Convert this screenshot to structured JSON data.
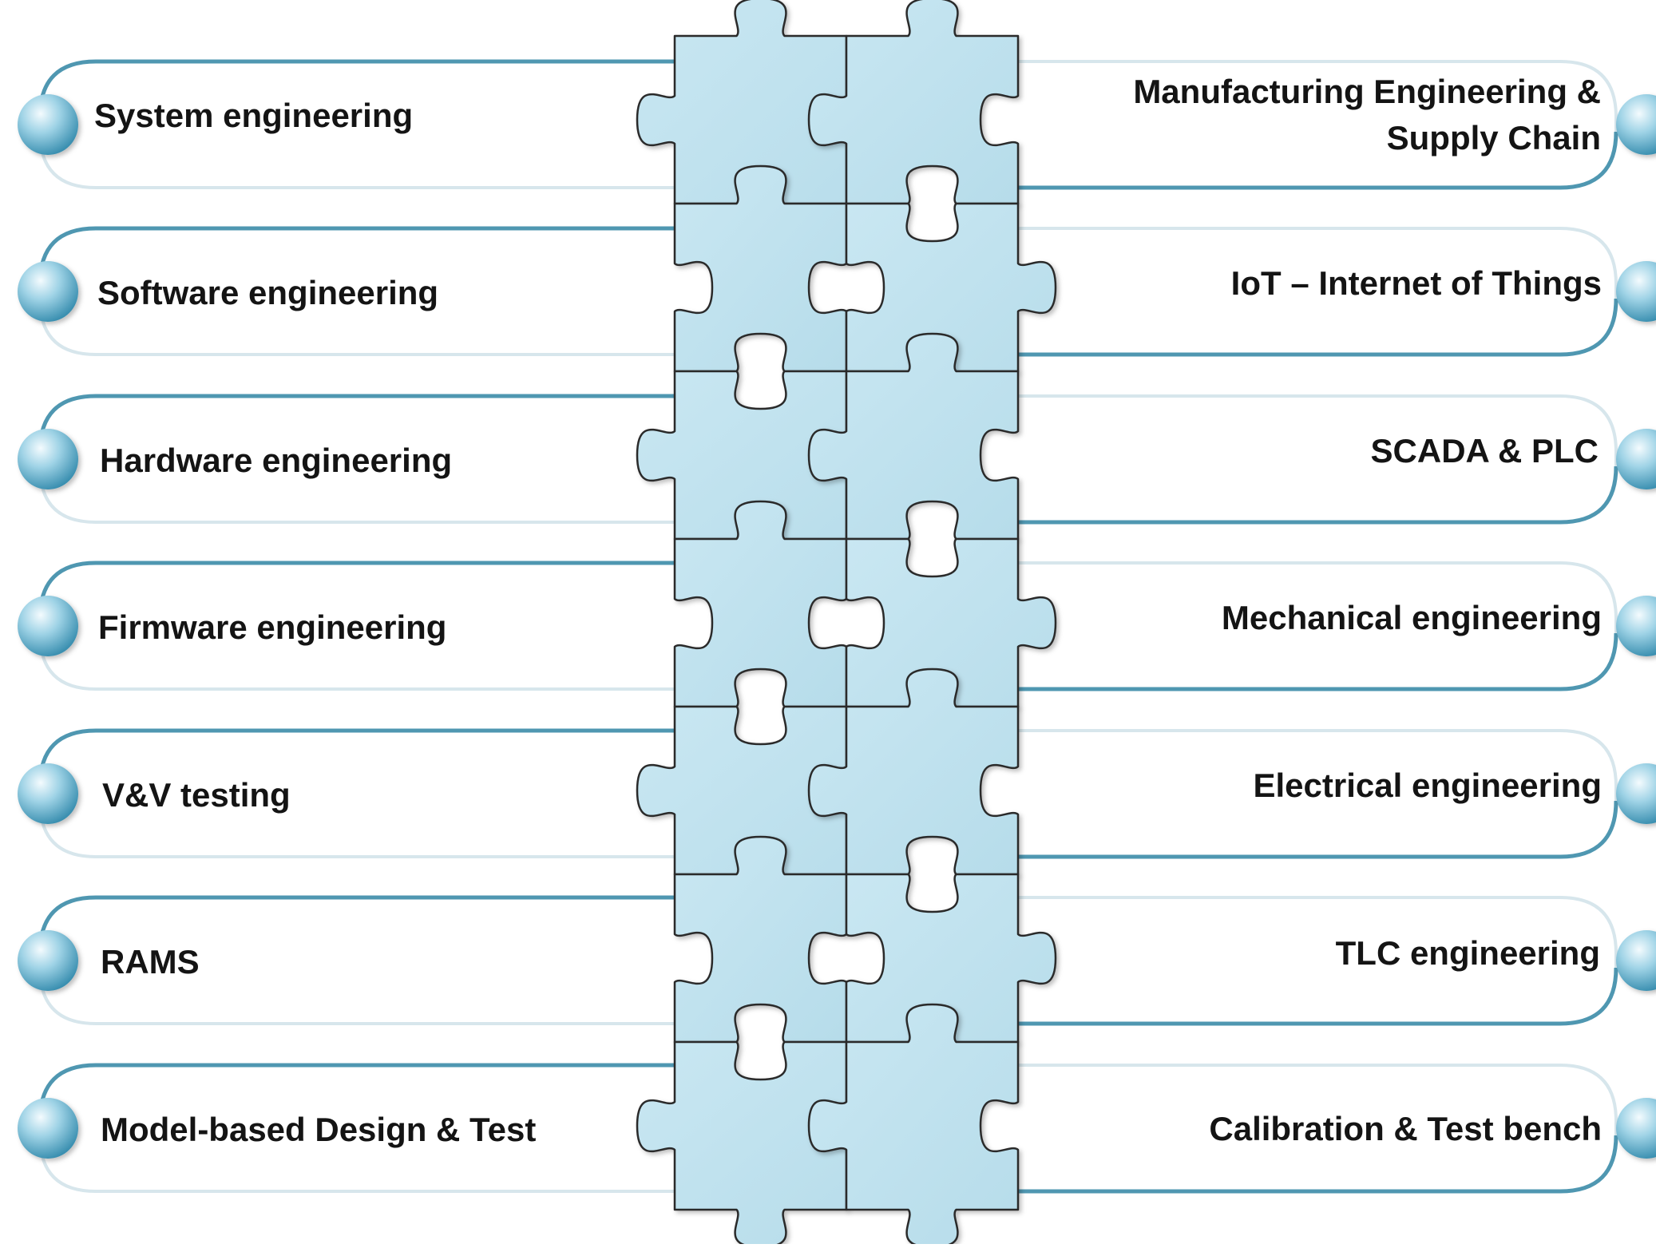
{
  "colors": {
    "band_stroke": "#4f97b1",
    "band_stroke_light": "#d7e6ec",
    "puzzle_fill": "#bfe2ee",
    "puzzle_stroke": "#2a2a2a",
    "bullet_light": "#eef9fd",
    "bullet_mid": "#8ecbe0",
    "bullet_dark": "#3d94b4",
    "text": "#141414"
  },
  "icons": {
    "bullet": "sphere-bullet-icon",
    "puzzle": "puzzle-piece-icon"
  },
  "left_items": [
    {
      "label": "System engineering"
    },
    {
      "label": "Software engineering"
    },
    {
      "label": "Hardware engineering"
    },
    {
      "label": "Firmware engineering"
    },
    {
      "label": "V&V testing"
    },
    {
      "label": "RAMS"
    },
    {
      "label": "Model-based Design & Test"
    }
  ],
  "right_items": [
    {
      "label_line1": "Manufacturing Engineering &",
      "label_line2": "Supply Chain"
    },
    {
      "label_line1": "IoT – Internet of Things"
    },
    {
      "label_line1": "SCADA & PLC"
    },
    {
      "label_line1": "Mechanical engineering"
    },
    {
      "label_line1": "Electrical engineering"
    },
    {
      "label_line1": "TLC engineering"
    },
    {
      "label_line1": "Calibration & Test bench"
    }
  ]
}
